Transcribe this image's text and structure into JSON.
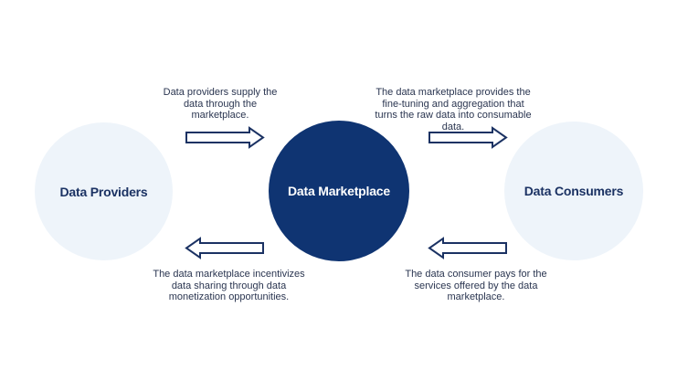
{
  "diagram": {
    "nodes": [
      {
        "id": "providers",
        "label": "Data Providers",
        "style": "light"
      },
      {
        "id": "marketplace",
        "label": "Data Marketplace",
        "style": "dark"
      },
      {
        "id": "consumers",
        "label": "Data Consumers",
        "style": "light"
      }
    ],
    "edges": [
      {
        "from": "providers",
        "to": "marketplace",
        "direction": "right",
        "caption": "Data providers supply the data through the marketplace."
      },
      {
        "from": "marketplace",
        "to": "consumers",
        "direction": "right",
        "caption": "The data marketplace provides the fine-tuning and aggregation that turns the raw data into consumable data."
      },
      {
        "from": "marketplace",
        "to": "providers",
        "direction": "left",
        "caption": "The data marketplace incentivizes data sharing through data monetization opportunities."
      },
      {
        "from": "consumers",
        "to": "marketplace",
        "direction": "left",
        "caption": "The data consumer pays for the services offered by the data marketplace."
      }
    ],
    "colors": {
      "dark_node": "#0f3472",
      "light_node": "#eef4fa",
      "text_dark": "#1b3263",
      "arrow_stroke": "#1b3263"
    }
  }
}
